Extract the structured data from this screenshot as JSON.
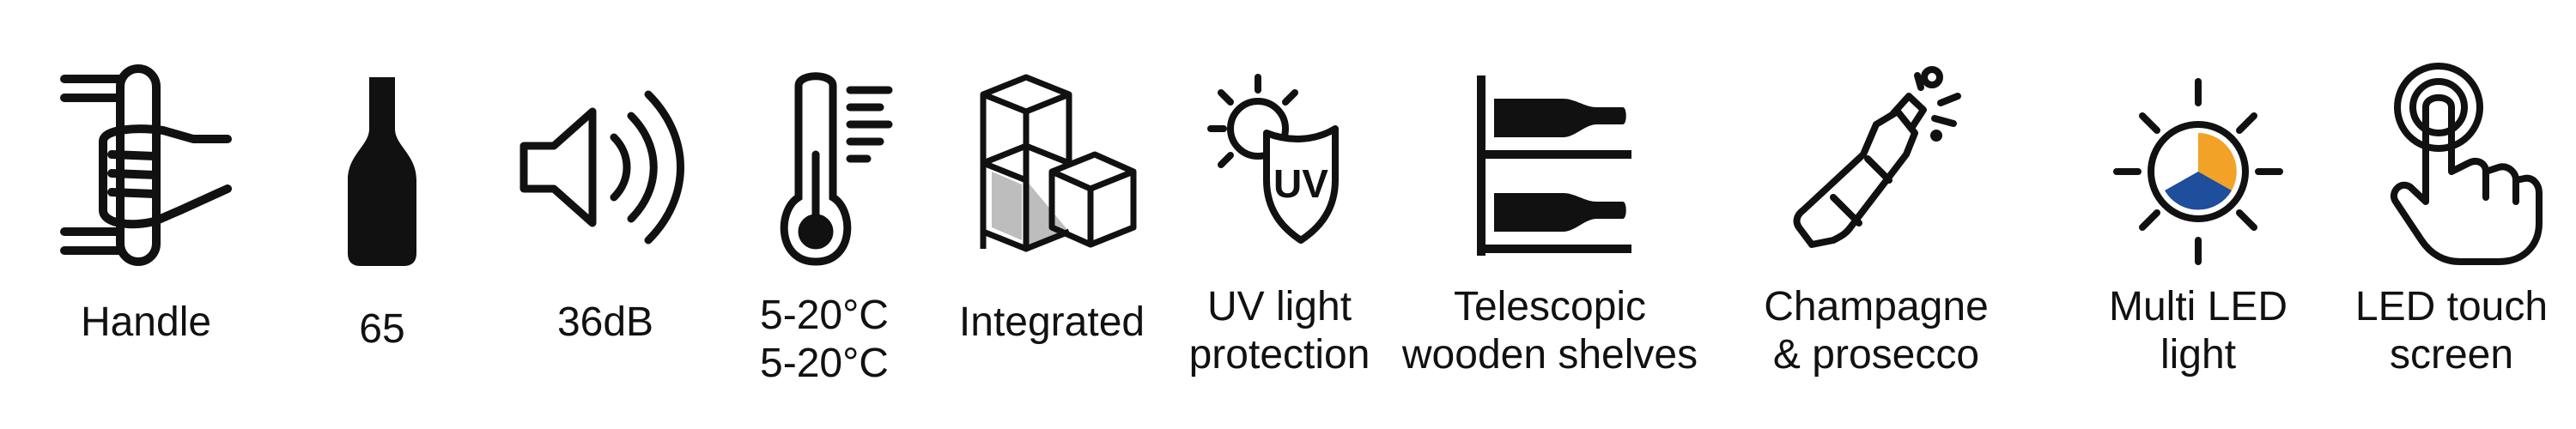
{
  "features": [
    {
      "id": "handle",
      "lines": [
        "Handle"
      ],
      "icon": "handle-icon"
    },
    {
      "id": "bottle",
      "lines": [
        "65"
      ],
      "icon": "wine-bottle-icon"
    },
    {
      "id": "noise",
      "lines": [
        "36dB"
      ],
      "icon": "speaker-sound-icon"
    },
    {
      "id": "temperature",
      "lines": [
        "5-20°C",
        "5-20°C"
      ],
      "icon": "thermometer-icon"
    },
    {
      "id": "integrated",
      "lines": [
        "Integrated"
      ],
      "icon": "integrated-cubes-icon"
    },
    {
      "id": "uv",
      "lines": [
        "UV light",
        "protection"
      ],
      "icon": "uv-shield-sun-icon",
      "icon_text": "UV"
    },
    {
      "id": "shelves",
      "lines": [
        "Telescopic",
        "wooden shelves"
      ],
      "icon": "telescopic-shelves-icon"
    },
    {
      "id": "champagne",
      "lines": [
        "Champagne",
        "& prosecco"
      ],
      "icon": "champagne-bottle-icon"
    },
    {
      "id": "led",
      "lines": [
        "Multi LED",
        "light"
      ],
      "icon": "multi-led-light-icon"
    },
    {
      "id": "touch",
      "lines": [
        "LED touch",
        "screen"
      ],
      "icon": "touch-screen-finger-icon"
    }
  ],
  "colors": {
    "stroke": "#111111",
    "cube_shade": "#bdbdbd",
    "led_orange": "#f2a227",
    "led_blue": "#1f4e9c"
  }
}
